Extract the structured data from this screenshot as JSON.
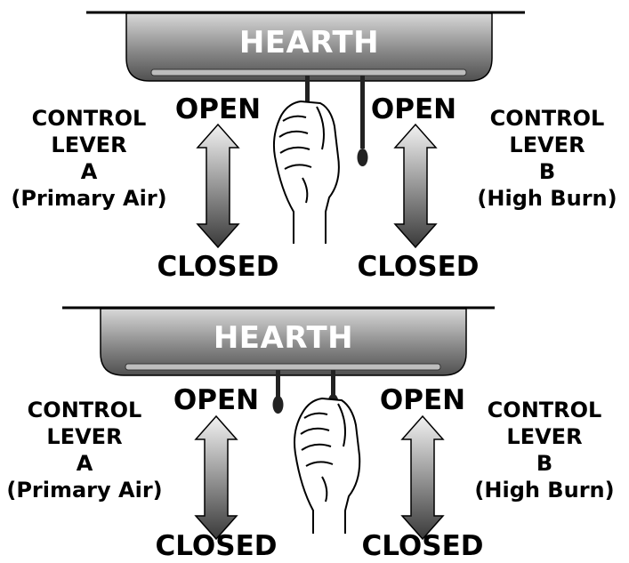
{
  "diagrams": [
    {
      "hearth_label": "HEARTH",
      "left": {
        "open": "OPEN",
        "closed": "CLOSED",
        "lines": [
          "CONTROL",
          "LEVER",
          "A",
          "(Primary Air)"
        ]
      },
      "right": {
        "open": "OPEN",
        "closed": "CLOSED",
        "lines": [
          "CONTROL",
          "LEVER",
          "B",
          "(High Burn)"
        ]
      },
      "hand_on": "lever-a"
    },
    {
      "hearth_label": "HEARTH",
      "left": {
        "open": "OPEN",
        "closed": "CLOSED",
        "lines": [
          "CONTROL",
          "LEVER",
          "A",
          "(Primary Air)"
        ]
      },
      "right": {
        "open": "OPEN",
        "closed": "CLOSED",
        "lines": [
          "CONTROL",
          "LEVER",
          "B",
          "(High Burn)"
        ]
      },
      "hand_on": "lever-b"
    }
  ],
  "colors": {
    "hearth_dark": "#505050",
    "hearth_light": "#d8d8d8",
    "arrow_dark": "#3a3a3a",
    "arrow_light": "#f2f2f2",
    "text": "#000000"
  }
}
